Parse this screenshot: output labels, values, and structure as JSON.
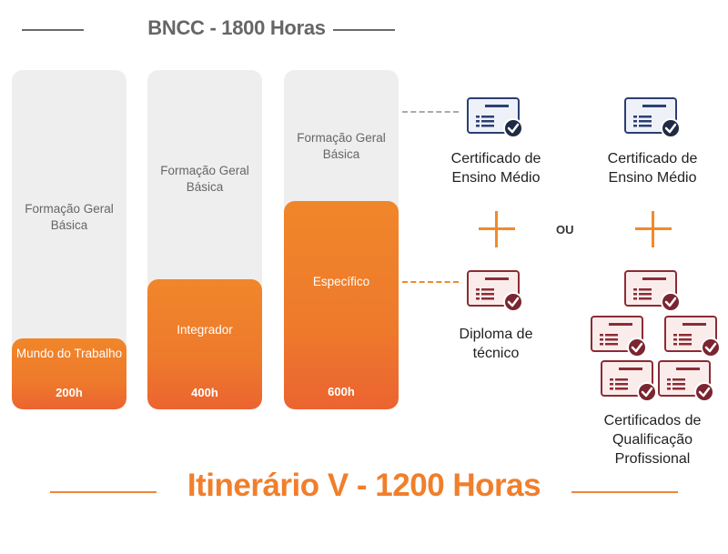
{
  "header": {
    "title": "BNCC - 1800 Horas"
  },
  "columns": [
    {
      "top_label": "Formação Geral Básica",
      "segment_label": "Mundo do Trabalho",
      "hours": "200h"
    },
    {
      "top_label": "Formação Geral Básica",
      "segment_label": "Integrador",
      "hours": "400h"
    },
    {
      "top_label": "Formação Geral Básica",
      "segment_label": "Específico",
      "hours": "600h"
    }
  ],
  "certificates": {
    "ensino_medio_left": "Certificado de Ensino Médio",
    "ensino_medio_right": "Certificado de Ensino Médio",
    "diploma": "Diploma de técnico",
    "qualificacao": "Certificados de Qualificação Profissional",
    "ou": "OU"
  },
  "colors": {
    "orange": "#f08a2c",
    "gray_column": "#eeeeee",
    "blue_certificate": "#2c3e73",
    "maroon_certificate": "#8b2c34"
  },
  "footer": {
    "title": "Itinerário V - 1200 Horas"
  }
}
